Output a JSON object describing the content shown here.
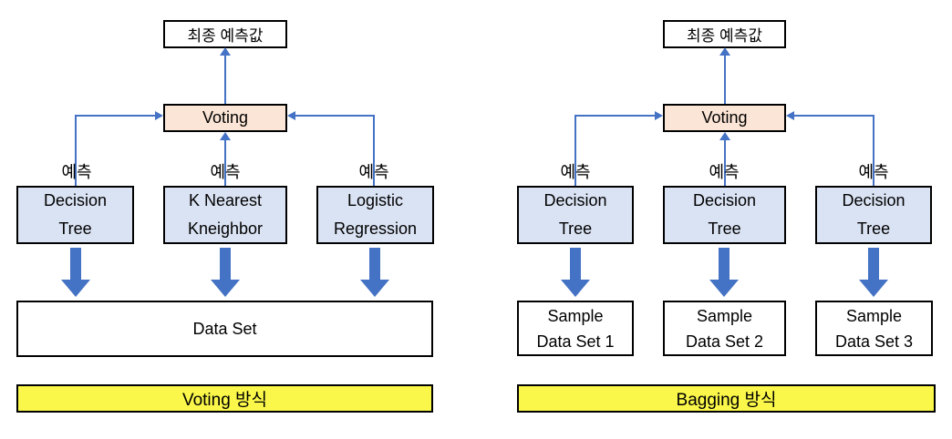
{
  "colors": {
    "connector_blue": "#4472C4",
    "model_box_fill": "#DAE3F3",
    "voting_fill": "#FBE5D6",
    "banner_fill": "#FAF74A",
    "border_black": "#000000"
  },
  "left": {
    "final": "최종 예측값",
    "voting": "Voting",
    "predict": "예측",
    "models": [
      {
        "line1": "Decision",
        "line2": "Tree"
      },
      {
        "line1": "K Nearest",
        "line2": "Kneighbor"
      },
      {
        "line1": "Logistic",
        "line2": "Regression"
      }
    ],
    "dataset": "Data Set",
    "banner": "Voting 방식"
  },
  "right": {
    "final": "최종 예측값",
    "voting": "Voting",
    "predict": "예측",
    "models": [
      {
        "line1": "Decision",
        "line2": "Tree"
      },
      {
        "line1": "Decision",
        "line2": "Tree"
      },
      {
        "line1": "Decision",
        "line2": "Tree"
      }
    ],
    "samples": [
      {
        "line1": "Sample",
        "line2": "Data Set 1"
      },
      {
        "line1": "Sample",
        "line2": "Data Set 2"
      },
      {
        "line1": "Sample",
        "line2": "Data Set 3"
      }
    ],
    "banner": "Bagging 방식"
  }
}
